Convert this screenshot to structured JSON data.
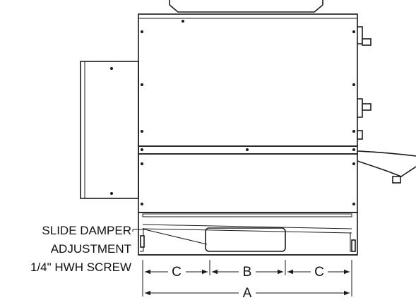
{
  "callout": {
    "line1": "SLIDE DAMPER",
    "line2": "ADJUSTMENT",
    "line3": "1/4\" HWH SCREW"
  },
  "dimensions": {
    "left_c": "C",
    "middle_b": "B",
    "right_c": "C",
    "overall_a": "A"
  }
}
